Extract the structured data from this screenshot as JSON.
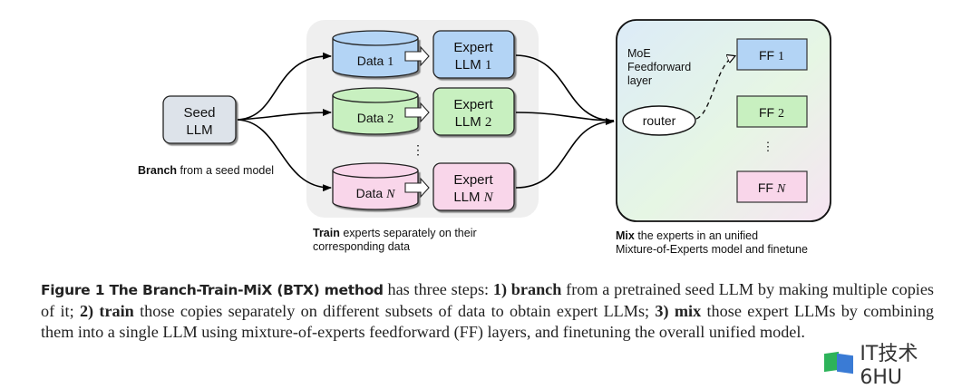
{
  "figure": {
    "seed": {
      "line1": "Seed",
      "line2": "LLM"
    },
    "branch_caption": {
      "bold": "Branch",
      "rest": " from a seed model"
    },
    "data": [
      {
        "prefix": "Data ",
        "index": "1",
        "italic": false
      },
      {
        "prefix": "Data ",
        "index": "2",
        "italic": false
      },
      {
        "prefix": "Data ",
        "index": "N",
        "italic": true
      }
    ],
    "experts": [
      {
        "line1": "Expert",
        "prefix": "LLM ",
        "index": "1",
        "italic": false
      },
      {
        "line1": "Expert",
        "prefix": "LLM ",
        "index": "2",
        "italic": false
      },
      {
        "line1": "Expert",
        "prefix": "LLM ",
        "index": "N",
        "italic": true
      }
    ],
    "ellipsis": "⋮",
    "train_caption": {
      "bold": "Train",
      "line1_rest": " experts separately on their",
      "line2": "corresponding data"
    },
    "moe": {
      "label": [
        "MoE",
        "Feedforward",
        "layer"
      ],
      "router": "router",
      "ffs": [
        {
          "prefix": "FF ",
          "index": "1",
          "italic": false
        },
        {
          "prefix": "FF ",
          "index": "2",
          "italic": false
        },
        {
          "prefix": "FF ",
          "index": "N",
          "italic": true
        }
      ]
    },
    "mix_caption": {
      "bold": "Mix",
      "line1_rest": " the experts in an unified",
      "line2": "Mixture-of-Experts model and finetune"
    },
    "colors": {
      "blue": "#b3d4f5",
      "green": "#c8f0c0",
      "pink": "#f9d6ea",
      "seed": "#dde3ea",
      "panel": "#eeeeee"
    }
  },
  "caption": {
    "fig_label": "Figure 1  The Branch-Train-MiX (BTX) method",
    "t1": " has three steps: ",
    "s1_num": "1)",
    "s1_word": "branch",
    "t2": " from a pretrained seed LLM by making multiple copies of it; ",
    "s2_num": "2)",
    "s2_word": "train",
    "t3": " those copies separately on different subsets of data to obtain expert LLMs; ",
    "s3_num": "3)",
    "s3_word": "mix",
    "t4": " those expert LLMs by combining them into a single LLM using mixture-of-experts feedforward (FF) layers, and finetuning the overall unified model."
  },
  "watermark": "IT技术6HU"
}
